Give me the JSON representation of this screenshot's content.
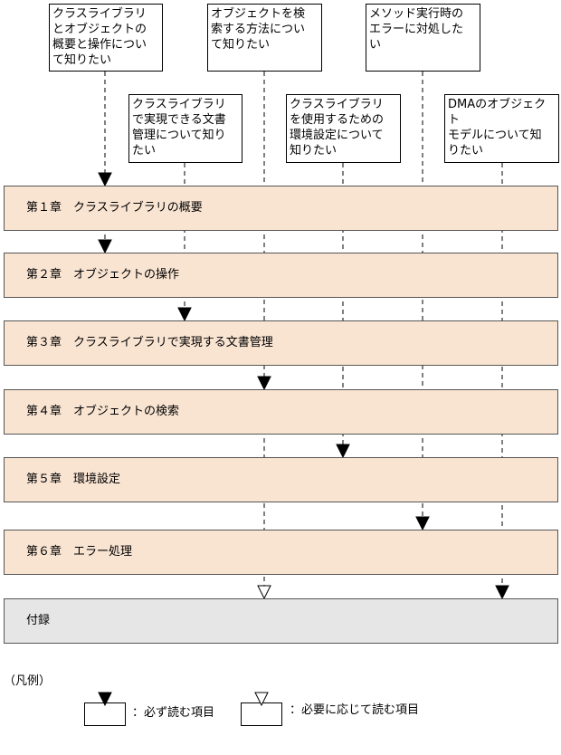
{
  "colors": {
    "chapter_fill": "#f9e4d2",
    "appendix_fill": "#e6e6e6",
    "border": "#555555",
    "ink": "#000000"
  },
  "readers": [
    {
      "id": "r1",
      "text": "クラスライブラリ\nとオブジェクトの\n概要と操作につい\nて知りたい"
    },
    {
      "id": "r2",
      "text": "クラスライブラリ\nで実現できる文書\n管理について知り\nたい"
    },
    {
      "id": "r3",
      "text": "オブジェクトを検\n索する方法につい\nて知りたい"
    },
    {
      "id": "r4",
      "text": "クラスライブラリ\nを使用するための\n環境設定について\n知りたい"
    },
    {
      "id": "r5",
      "text": "メソッド実行時の\nエラーに対処した\nい"
    },
    {
      "id": "r6",
      "text": "DMAのオブジェクト\nモデルについて知\nりたい"
    }
  ],
  "chapters": [
    {
      "id": "ch1",
      "label": "第１章　クラスライブラリの概要"
    },
    {
      "id": "ch2",
      "label": "第２章　オブジェクトの操作"
    },
    {
      "id": "ch3",
      "label": "第３章　クラスライブラリで実現する文書管理"
    },
    {
      "id": "ch4",
      "label": "第４章　オブジェクトの検索"
    },
    {
      "id": "ch5",
      "label": "第５章　環境設定"
    },
    {
      "id": "ch6",
      "label": "第６章　エラー処理"
    },
    {
      "id": "app",
      "label": "付録"
    }
  ],
  "links": [
    {
      "reader": "r1",
      "chapter": "ch1",
      "type": "required"
    },
    {
      "reader": "r1",
      "chapter": "ch2",
      "type": "required"
    },
    {
      "reader": "r2",
      "chapter": "ch3",
      "type": "required"
    },
    {
      "reader": "r3",
      "chapter": "ch4",
      "type": "required"
    },
    {
      "reader": "r4",
      "chapter": "ch5",
      "type": "required"
    },
    {
      "reader": "r5",
      "chapter": "ch6",
      "type": "required"
    },
    {
      "reader": "r3",
      "chapter": "app",
      "type": "as-needed"
    },
    {
      "reader": "r6",
      "chapter": "app",
      "type": "required"
    }
  ],
  "legend": {
    "title": "（凡例）",
    "required": "：必ず読む項目",
    "as_needed": "：必要に応じて読む項目"
  }
}
